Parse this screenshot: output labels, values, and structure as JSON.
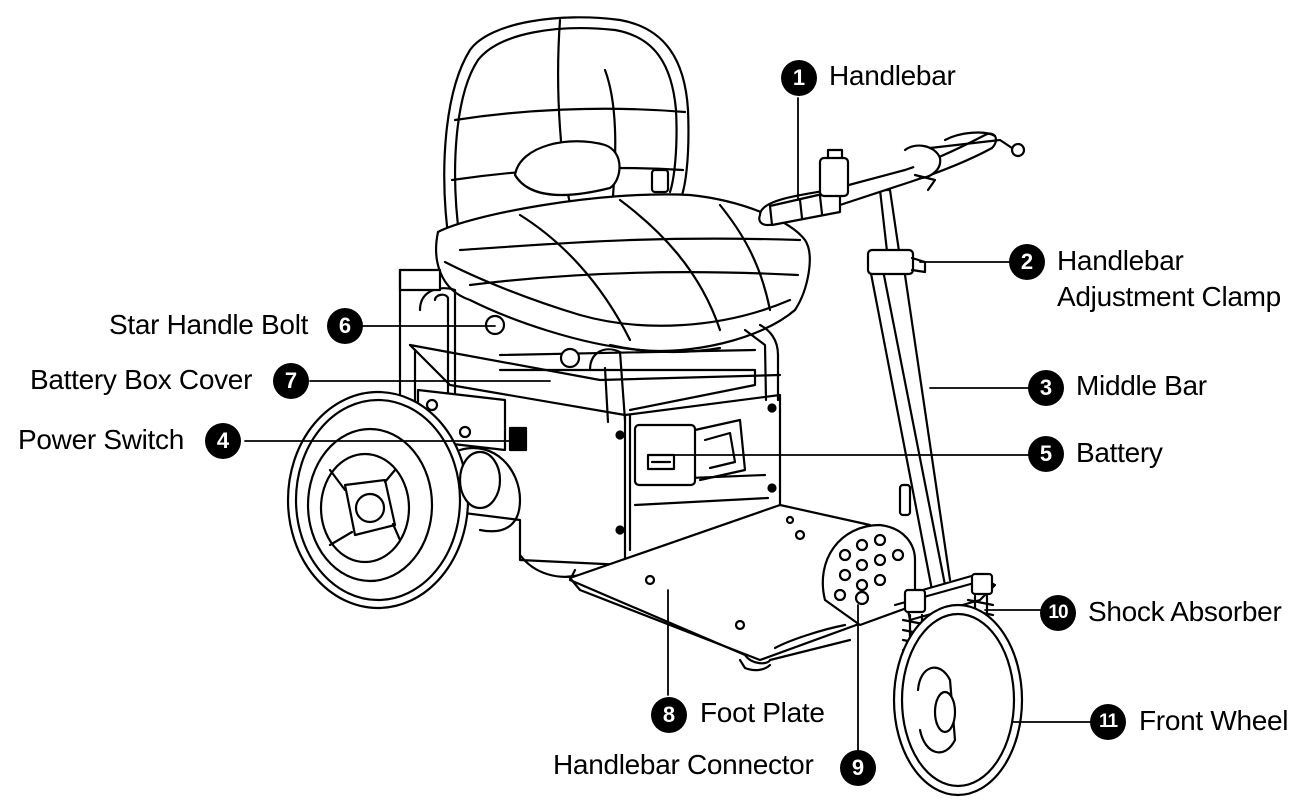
{
  "callouts": [
    {
      "num": "1",
      "text": "Handlebar"
    },
    {
      "num": "2",
      "text": "Handlebar",
      "text2": "Adjustment Clamp"
    },
    {
      "num": "3",
      "text": "Middle Bar"
    },
    {
      "num": "4",
      "text": "Power Switch"
    },
    {
      "num": "5",
      "text": "Battery"
    },
    {
      "num": "6",
      "text": "Star Handle Bolt"
    },
    {
      "num": "7",
      "text": "Battery Box Cover"
    },
    {
      "num": "8",
      "text": "Foot Plate"
    },
    {
      "num": "9",
      "text": "Handlebar Connector"
    },
    {
      "num": "10",
      "text": "Shock Absorber"
    },
    {
      "num": "11",
      "text": "Front Wheel"
    }
  ]
}
